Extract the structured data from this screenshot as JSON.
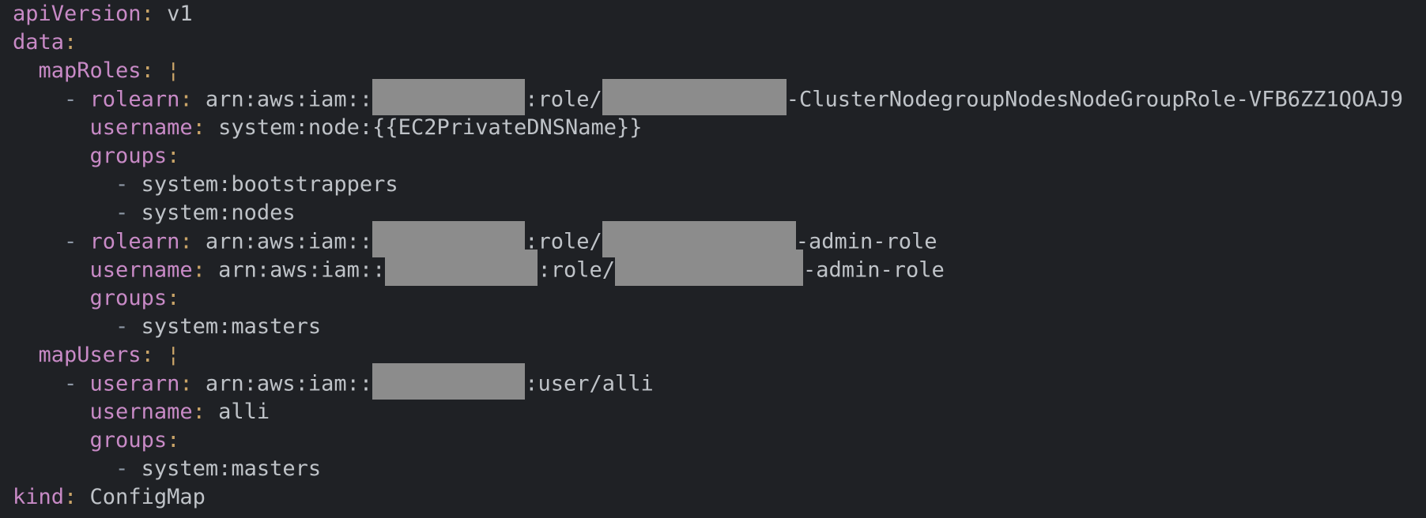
{
  "yaml": {
    "api_version_key": "apiVersion",
    "api_version_value": "v1",
    "data_key": "data",
    "map_roles_key": "mapRoles",
    "block_indicator": "¦",
    "rolearn_key": "rolearn",
    "username_key": "username",
    "groups_key": "groups",
    "userarn_key": "userarn",
    "arn_prefix": "arn:aws:iam::",
    "role_prefix": ":role/",
    "user_prefix": ":user/alli",
    "nodegroup_role_suffix": "-ClusterNodegroupNodesNodeGroupRole-VFB6ZZ1QOAJ9",
    "node_username": "system:node:{{EC2PrivateDNSName}}",
    "group_bootstrappers": "system:bootstrappers",
    "group_nodes": "system:nodes",
    "admin_role_suffix": "-admin-role",
    "group_masters": "system:masters",
    "map_users_key": "mapUsers",
    "user_name_value": "alli",
    "kind_key": "kind",
    "kind_value": "ConfigMap"
  }
}
